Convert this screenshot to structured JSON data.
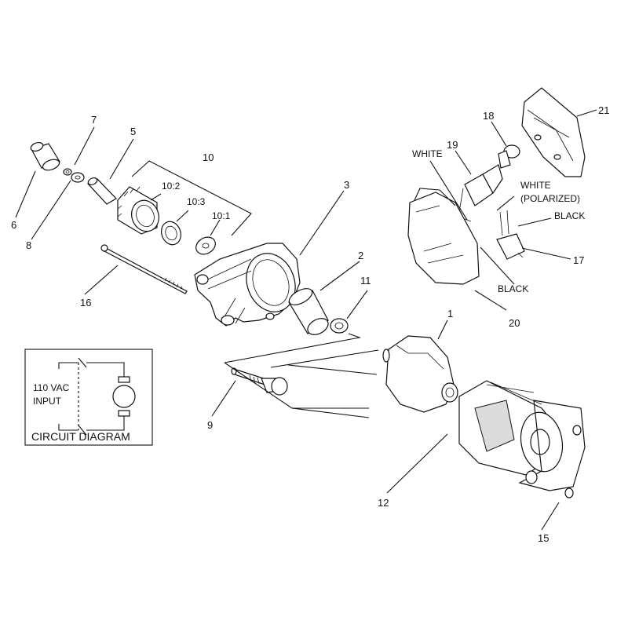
{
  "callouts": {
    "c1": "1",
    "c2": "2",
    "c3": "3",
    "c5": "5",
    "c6": "6",
    "c7": "7",
    "c8": "8",
    "c9": "9",
    "c10": "10",
    "c10_1": "10:1",
    "c10_2": "10:2",
    "c10_3": "10:3",
    "c11": "11",
    "c12": "12",
    "c15": "15",
    "c16": "16",
    "c17": "17",
    "c18": "18",
    "c19": "19",
    "c20": "20",
    "c21": "21"
  },
  "wires": {
    "white": "WHITE",
    "white_polarized_1": "WHITE",
    "white_polarized_2": "(POLARIZED)",
    "black_right": "BLACK",
    "black_bottom": "BLACK"
  },
  "circuit": {
    "input_1": "110 VAC",
    "input_2": "INPUT",
    "title": "CIRCUIT DIAGRAM"
  }
}
